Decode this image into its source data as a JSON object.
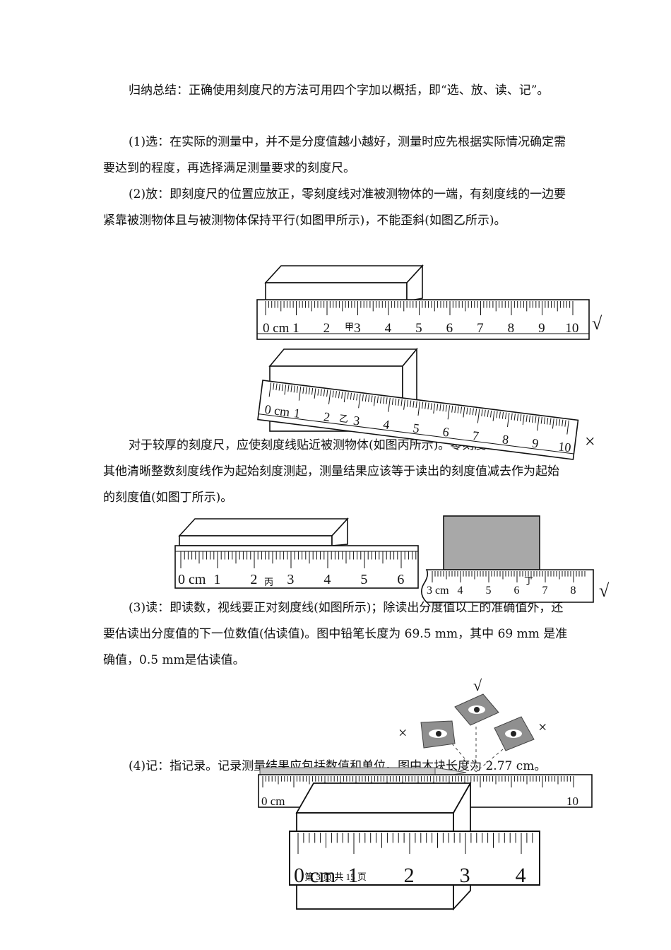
{
  "paragraphs": {
    "intro": "归纳总结：正确使用刻度尺的方法可用四个字加以概括，即“选、放、读、记”。",
    "p1": "(1)选：在实际的测量中，并不是分度值越小越好，测量时应先根据实际情况确定需要达到的程度，再选择满足测量要求的刻度尺。",
    "p2": "(2)放：即刻度尺的位置应放正，零刻度线对准被测物体的一端，有刻度线的一边要紧靠被测物体且与被测物体保持平行(如图甲所示)，不能歪斜(如图乙所示)。",
    "p3": "对于较厚的刻度尺，应使刻度线贴近被测物体(如图丙所示)。零刻度线磨损时，要从其他清晰整数刻度线作为起始刻度测起，测量结果应该等于读出的刻度值减去作为起始的刻度值(如图丁所示)。",
    "p4": "(3)读：即读数，视线要正对刻度线(如图所示)；除读出分度值以上的准确值外，还要估读出分度值的下一位数值(估读值)。图中铅笔长度为 69.5 mm，其中 69 mm 是准确值，0.5 mm是估读值。",
    "p5": "(4)记：指记录。记录测量结果应包括数值和单位。图中木块长度为 2.77 cm。"
  },
  "figures": {
    "jia": {
      "caption": "甲",
      "labels": [
        "0 cm",
        "1",
        "2",
        "3",
        "4",
        "5",
        "6",
        "7",
        "8",
        "9",
        "10"
      ],
      "mark": "√"
    },
    "yi": {
      "caption": "乙",
      "labels": [
        "0 cm",
        "1",
        "2",
        "3",
        "4",
        "5",
        "6",
        "7",
        "8",
        "9",
        "10"
      ],
      "mark": "×"
    },
    "bing": {
      "caption": "丙",
      "labels": [
        "0 cm",
        "1",
        "2",
        "3",
        "4",
        "5",
        "6"
      ]
    },
    "ding": {
      "caption": "丁",
      "labels": [
        "3 cm",
        "4",
        "5",
        "6",
        "7",
        "8"
      ],
      "mark": "√"
    },
    "eyes": {
      "top_mark": "√",
      "left_mark": "×",
      "right_mark": "×"
    },
    "pencil": {
      "labels": [
        "0 cm",
        "10"
      ]
    },
    "block": {
      "labels": [
        "0 cm",
        "1",
        "2",
        "3",
        "4"
      ]
    }
  },
  "footer": "第 3 页 共 15 页"
}
